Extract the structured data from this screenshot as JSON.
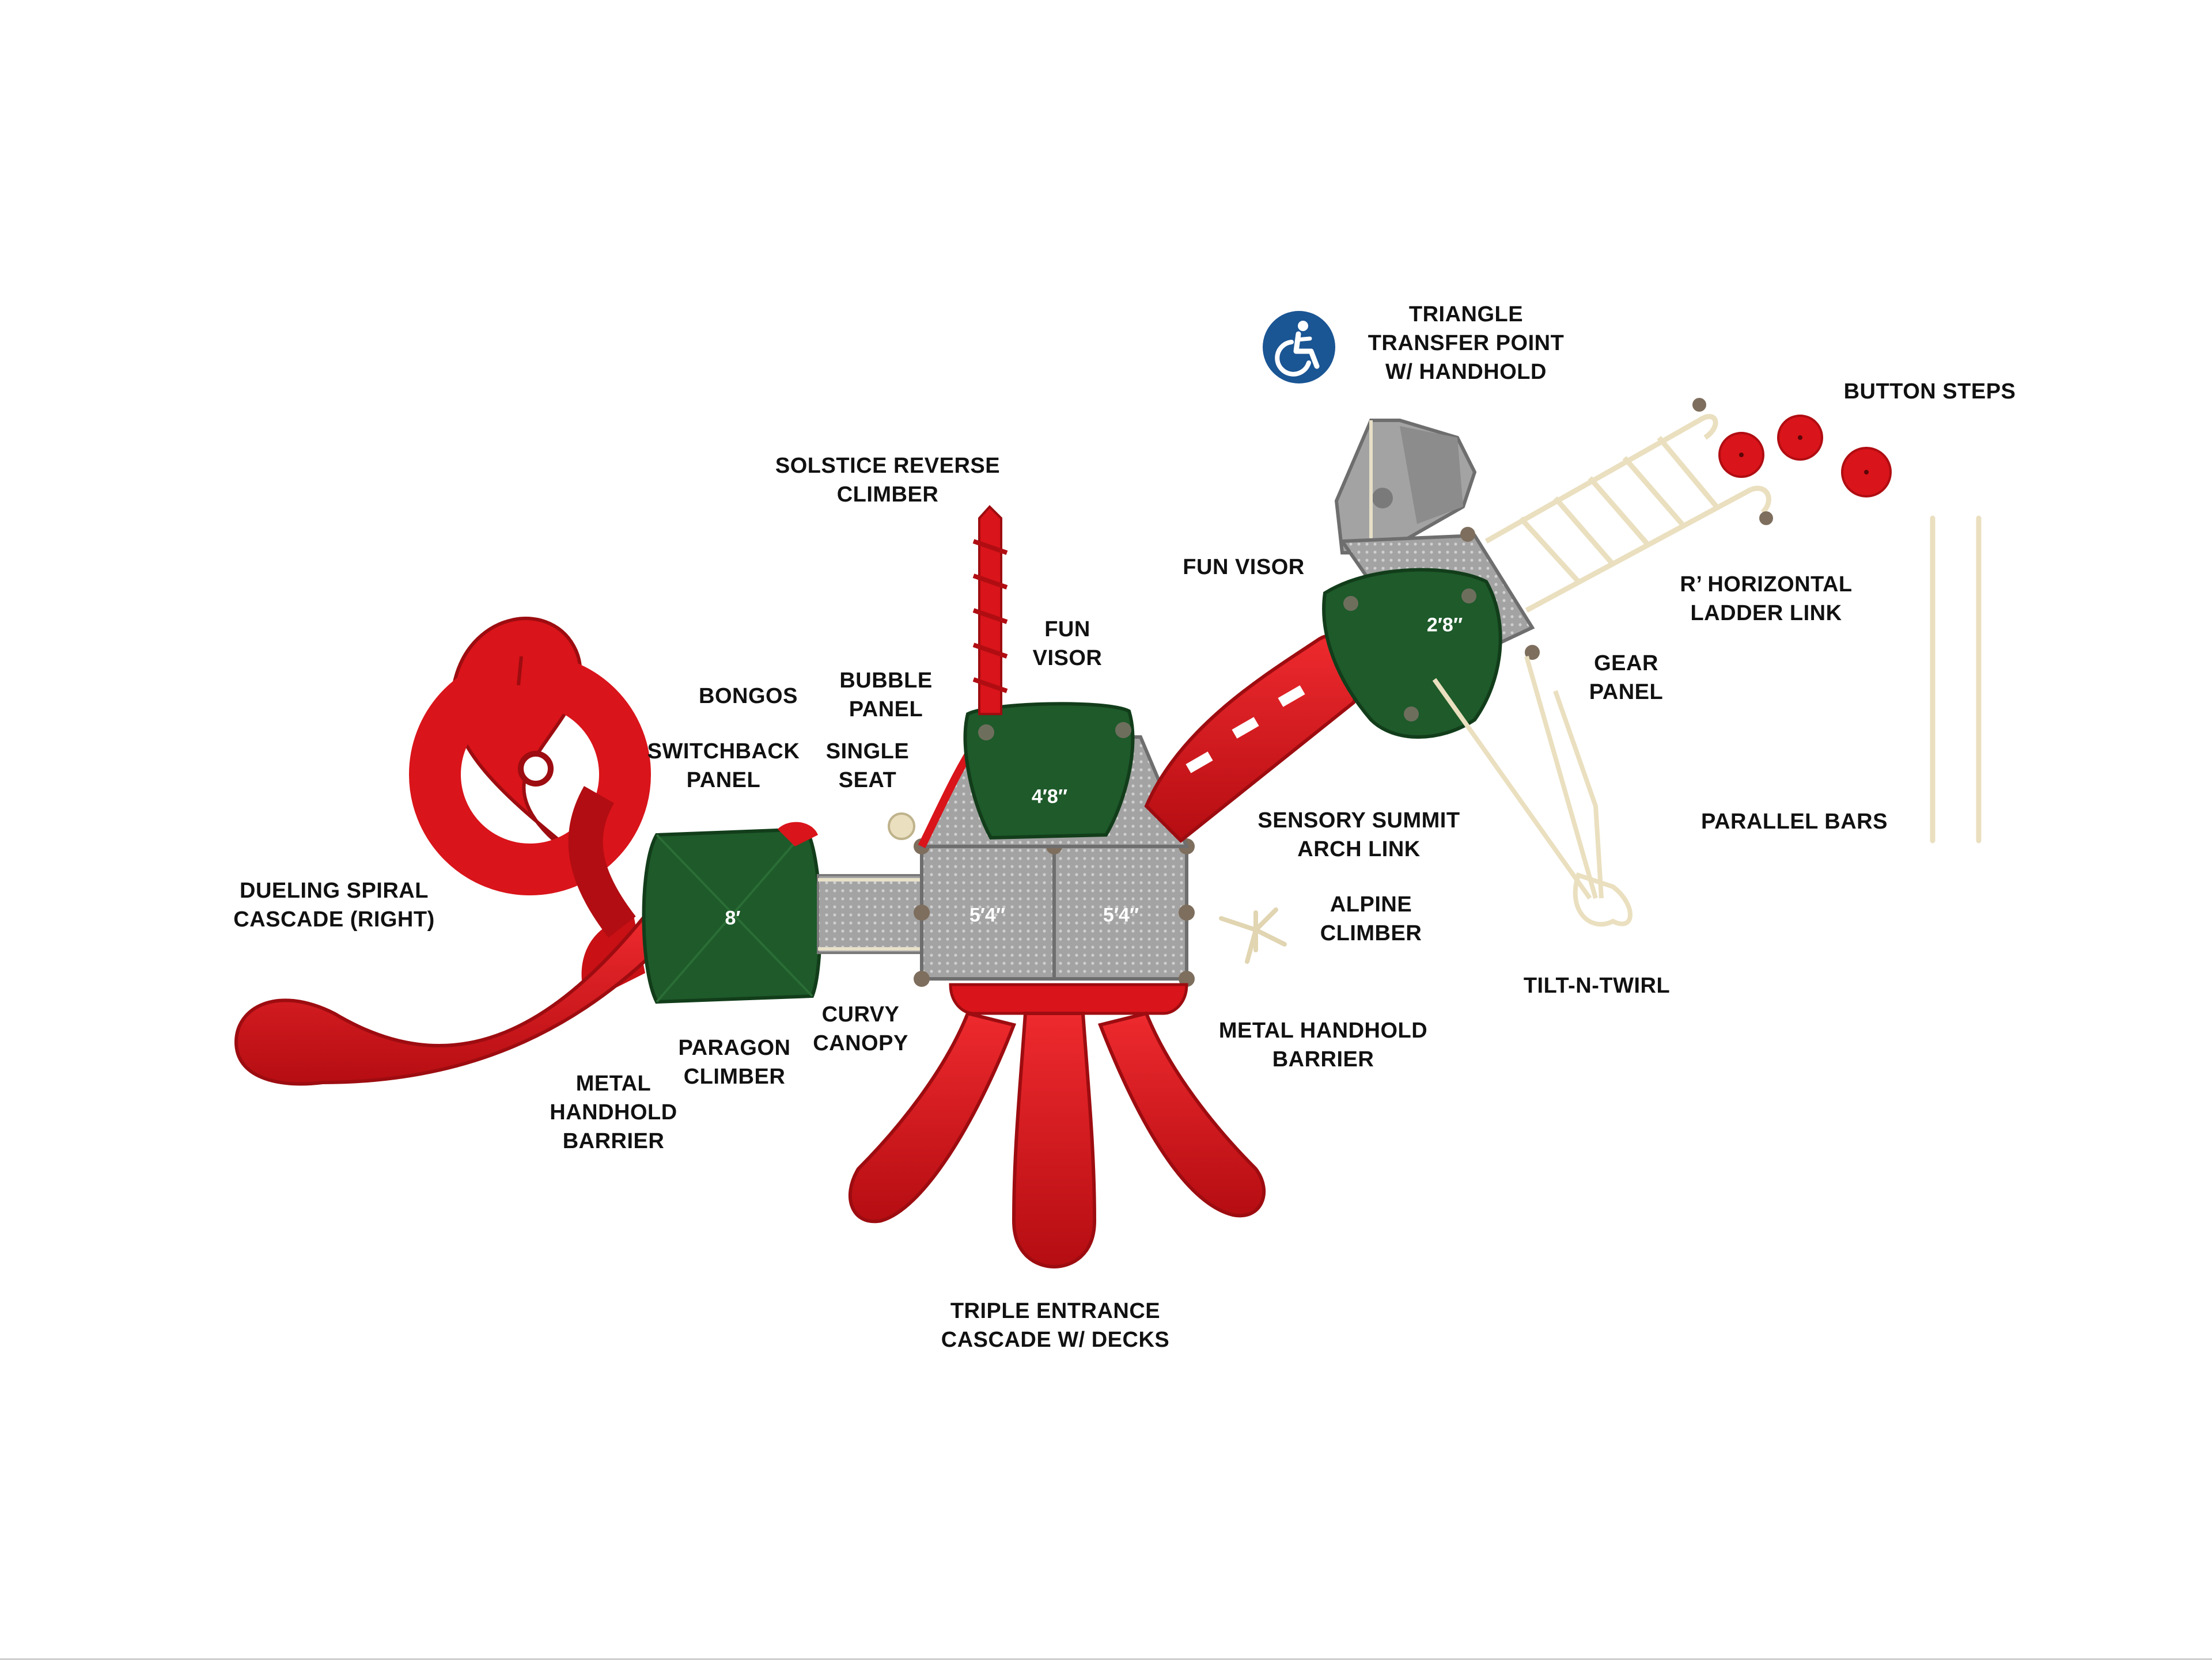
{
  "colors": {
    "slide_red": "#d9141a",
    "slide_dark": "#9d0c10",
    "roof_green": "#1e5a2a",
    "roof_dark": "#123d1a",
    "deck_gray": "#a3a3a3",
    "frame_tan": "#eadfbf",
    "ada_blue": "#1a5594",
    "label_text": "#111111"
  },
  "ada_icon": "wheelchair-accessibility-icon",
  "decks": [
    {
      "id": "deck-8",
      "height": "8′"
    },
    {
      "id": "deck-4-8",
      "height": "4′8″"
    },
    {
      "id": "deck-5-4-left",
      "height": "5′4″"
    },
    {
      "id": "deck-5-4-right",
      "height": "5′4″"
    },
    {
      "id": "deck-2-8",
      "height": "2′8″"
    }
  ],
  "labels": {
    "triangle_transfer": [
      "TRIANGLE",
      "TRANSFER POINT",
      "W/ HANDHOLD"
    ],
    "button_steps": [
      "BUTTON STEPS"
    ],
    "solstice_climber": [
      "SOLSTICE REVERSE",
      "CLIMBER"
    ],
    "fun_visor_upper": [
      "FUN VISOR"
    ],
    "horizontal_ladder": [
      "R’ HORIZONTAL",
      "LADDER LINK"
    ],
    "fun_visor_center": [
      "FUN",
      "VISOR"
    ],
    "bubble_panel": [
      "BUBBLE",
      "PANEL"
    ],
    "bongos": [
      "BONGOS"
    ],
    "gear_panel": [
      "GEAR",
      "PANEL"
    ],
    "switchback_panel": [
      "SWITCHBACK",
      "PANEL"
    ],
    "single_seat": [
      "SINGLE",
      "SEAT"
    ],
    "sensory_summit": [
      "SENSORY SUMMIT",
      "ARCH LINK"
    ],
    "parallel_bars": [
      "PARALLEL BARS"
    ],
    "dueling_spiral": [
      "DUELING SPIRAL",
      "CASCADE (RIGHT)"
    ],
    "alpine_climber": [
      "ALPINE",
      "CLIMBER"
    ],
    "tilt_n_twirl": [
      "TILT-N-TWIRL"
    ],
    "curvy_canopy": [
      "CURVY",
      "CANOPY"
    ],
    "metal_barrier_right": [
      "METAL HANDHOLD",
      "BARRIER"
    ],
    "paragon_climber": [
      "PARAGON",
      "CLIMBER"
    ],
    "metal_barrier_left": [
      "METAL",
      "HANDHOLD",
      "BARRIER"
    ],
    "triple_entrance": [
      "TRIPLE ENTRANCE",
      "CASCADE W/ DECKS"
    ]
  }
}
